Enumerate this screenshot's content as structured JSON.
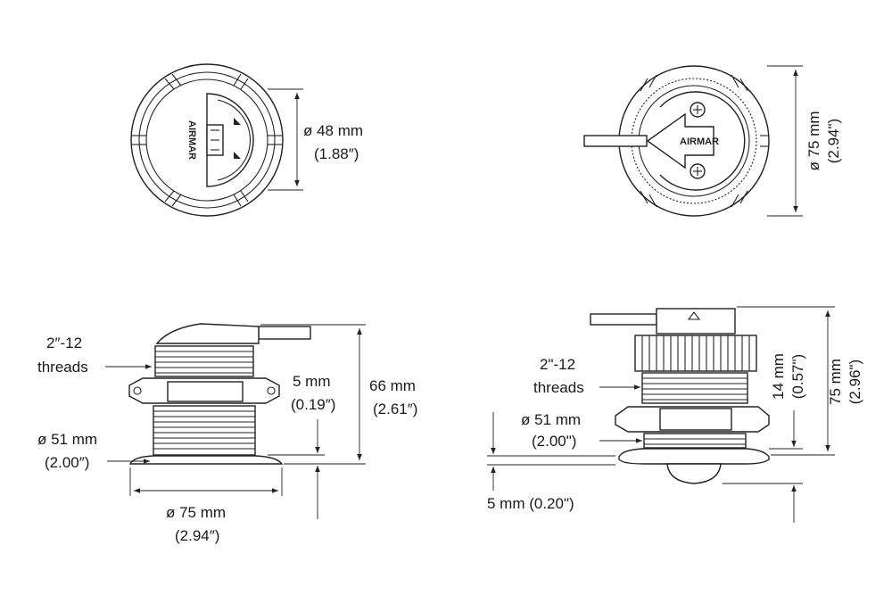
{
  "views": {
    "top_left": {
      "brand": "AIRMAR",
      "diameter_mm": "ø 48 mm",
      "diameter_in": "(1.88″)"
    },
    "top_right": {
      "brand": "AIRMAR",
      "diameter_mm": "ø 75 mm",
      "diameter_in": "(2.94\")"
    },
    "bottom_left": {
      "threads_1": "2″-12",
      "threads_2": "threads",
      "shaft_mm": "ø 51 mm",
      "shaft_in": "(2.00″)",
      "flange_mm": "ø 75 mm",
      "flange_in": "(2.94″)",
      "flange_h_mm": "5 mm",
      "flange_h_in": "(0.19″)",
      "height_mm": "66 mm",
      "height_in": "(2.61″)"
    },
    "bottom_right": {
      "threads_1": "2\"-12",
      "threads_2": "threads",
      "shaft_mm": "ø 51 mm",
      "shaft_in": "(2.00\")",
      "flange_h": "5 mm (0.20\")",
      "stem_mm": "14 mm",
      "stem_in": "(0.57\")",
      "height_mm": "75 mm",
      "height_in": "(2.96\")"
    }
  }
}
